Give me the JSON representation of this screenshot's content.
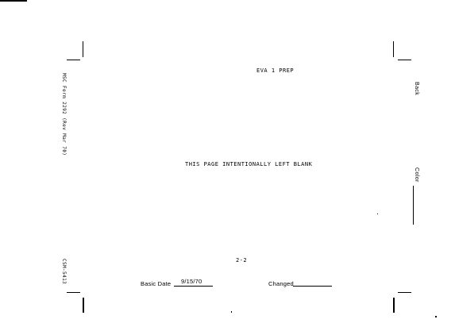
{
  "header": {
    "title": "EVA 1 PREP"
  },
  "body": {
    "message": "THIS PAGE INTENTIONALLY LEFT BLANK"
  },
  "footer": {
    "page_number": "2-2",
    "basic_date_label": "Basic Date",
    "basic_date_value": "9/15/70",
    "changed_label": "Changed"
  },
  "left_margin": {
    "top_text": "MSC Form 2292 (Rev Mar 70)",
    "bottom_text": "CSM-5413"
  },
  "right_margin": {
    "back_label": "Back",
    "color_label": "Color"
  }
}
